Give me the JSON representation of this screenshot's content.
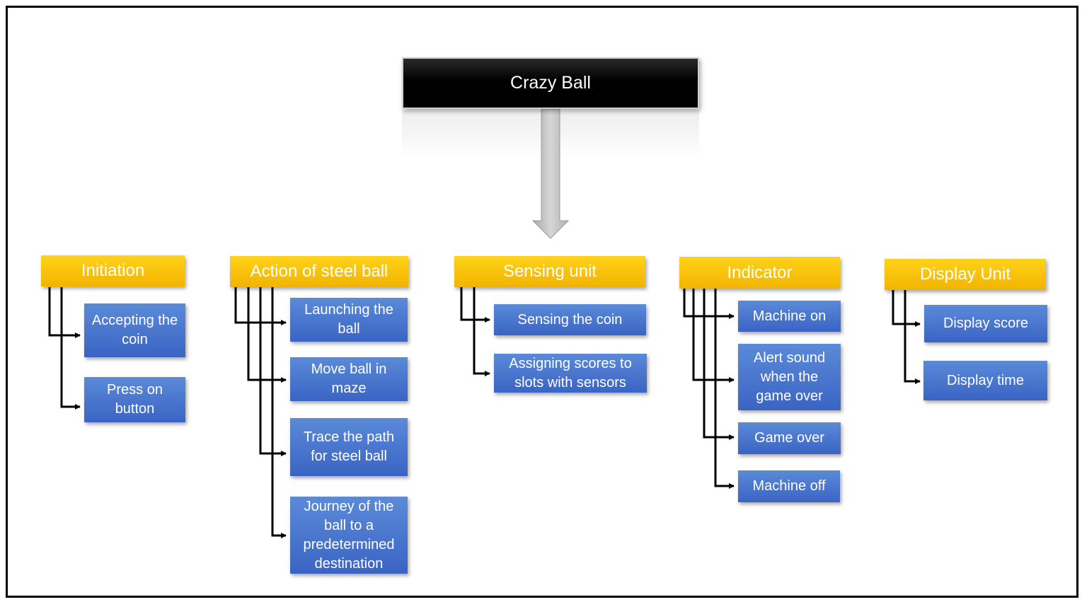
{
  "root": {
    "label": "Crazy Ball"
  },
  "categories": [
    {
      "label": "Initiation",
      "items": [
        "Accepting the coin",
        "Press on button"
      ]
    },
    {
      "label": "Action of steel ball",
      "items": [
        "Launching the ball",
        "Move ball in maze",
        "Trace the path for steel ball",
        "Journey of the ball to a predetermined destination"
      ]
    },
    {
      "label": "Sensing unit",
      "items": [
        "Sensing the coin",
        "Assigning scores to slots with sensors"
      ]
    },
    {
      "label": "Indicator",
      "items": [
        "Machine on",
        "Alert sound when the game over",
        "Game over",
        "Machine off"
      ]
    },
    {
      "label": "Display Unit",
      "items": [
        "Display score",
        "Display time"
      ]
    }
  ],
  "colors": {
    "root": "#000000",
    "category": "#f5b800",
    "item": "#4472c4",
    "arrow": "#c0c0c0",
    "connector": "#000000"
  }
}
